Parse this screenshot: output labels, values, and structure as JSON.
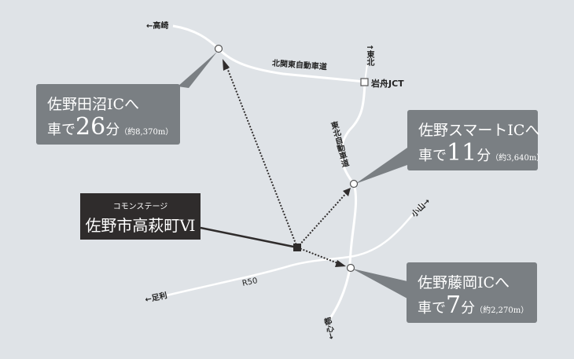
{
  "destinations": [
    {
      "name": "佐野田沼ICへ",
      "prefix": "車で",
      "minutes": "26",
      "unit": "分",
      "distance": "（約8,370m）"
    },
    {
      "name": "佐野スマートICへ",
      "prefix": "車で",
      "minutes": "11",
      "unit": "分",
      "distance": "（約3,640m）"
    },
    {
      "name": "佐野藤岡ICへ",
      "prefix": "車で",
      "minutes": "7",
      "unit": "分",
      "distance": "（約2,270m）"
    }
  ],
  "property": {
    "sub": "コモンステージ",
    "name": "佐野市高萩町Ⅵ"
  },
  "labels": {
    "takasaki": "←高崎",
    "kitakanto": "北関東自動車道",
    "tohoku_dir": "↑東北",
    "iwafune": "岩舟JCT",
    "tohoku_exp": "東北自動車道",
    "oyama": "小山→",
    "ashikaga": "←足利",
    "r50": "R50",
    "toshin": "都心→"
  },
  "colors": {
    "background": "#dfe3e7",
    "callout": "#7a7f83",
    "property": "#2f2c2c",
    "road": "#ffffff"
  }
}
